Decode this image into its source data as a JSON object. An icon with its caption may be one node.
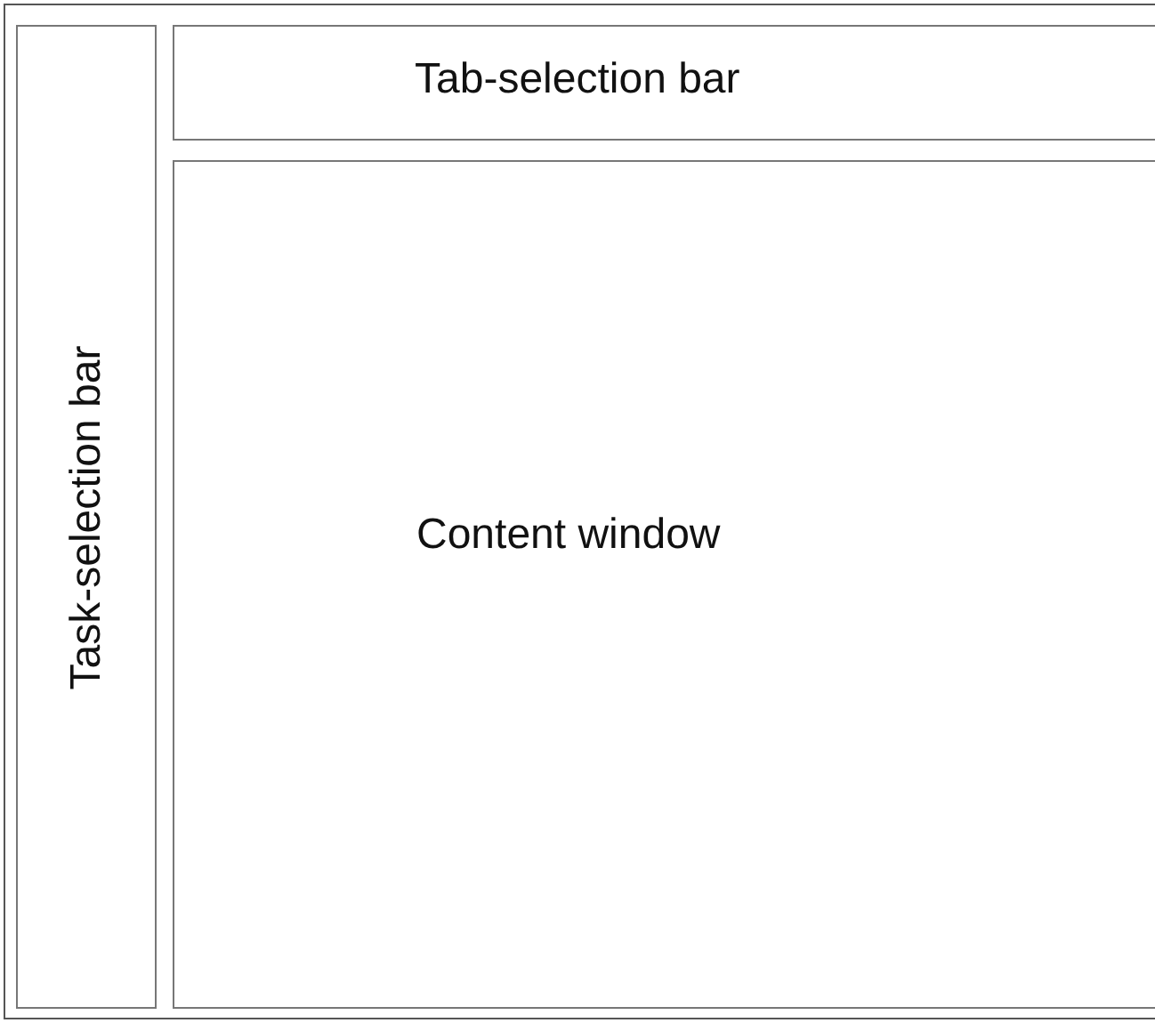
{
  "diagram": {
    "nodes": [
      {
        "text": [
          "Task-selection bar"
        ]
      },
      {
        "text": [
          "Tab-selection bar"
        ]
      },
      {
        "text": [
          "Content window"
        ]
      }
    ]
  }
}
